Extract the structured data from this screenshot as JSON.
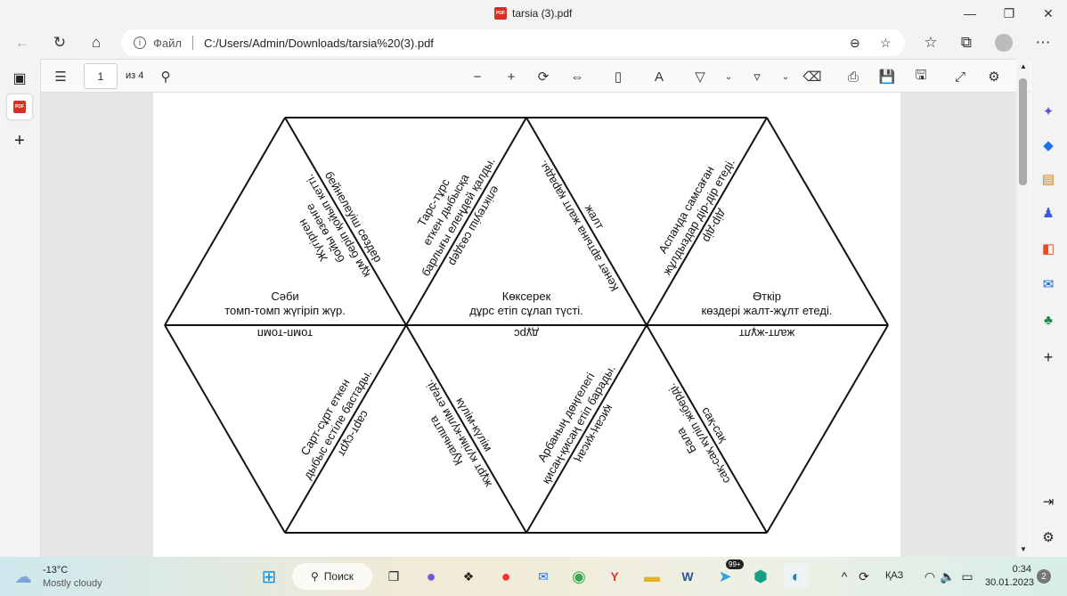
{
  "window": {
    "title": "tarsia (3).pdf"
  },
  "address": {
    "scheme_label": "Файл",
    "url": "C:/Users/Admin/Downloads/tarsia%20(3).pdf"
  },
  "pdf_toolbar": {
    "page": "1",
    "of_label": "из 4"
  },
  "tarsia": {
    "horizontal": [
      {
        "top_lines": [
          "Сәби",
          "томп-томп жүгіріп жүр."
        ],
        "bottom_text": "томп-томп"
      },
      {
        "top_lines": [
          "Көксерек",
          "дұрс етіп сұлап түсті."
        ],
        "bottom_text": "дұрс"
      },
      {
        "top_lines": [
          "Өткір",
          "көздері жалт-жұлт етеді."
        ],
        "bottom_text": "жалт-жұлт"
      }
    ],
    "edges": [
      {
        "left_lines": [
          "Жүгірген",
          "бойы өзенге",
          "құм беріп қойып кетті."
        ],
        "right_text": "бейнелеуіш сөздер"
      },
      {
        "left_lines": [
          "Тарс-тұрс",
          "еткен дыбысқа",
          "барлығы елеңдей қалды."
        ],
        "right_text": "еліктеуіш сөздер"
      },
      {
        "left_lines": [
          "Кенет артына жалт қарады."
        ],
        "right_text": "жалт"
      },
      {
        "left_lines": [
          "Аспанда самсаған",
          "жұлдыздар дір-дір етеді."
        ],
        "right_text": "дір-дір"
      },
      {
        "left_lines": [
          "Сарт-сұрт еткен",
          "дыбыс естіле бастады."
        ],
        "right_text": "сарт-сұрт"
      },
      {
        "left_lines": [
          "Қуанышта",
          "жұрт күлім-күлім етеді."
        ],
        "right_text": "күлім-күлім"
      },
      {
        "left_lines": [
          "Арбаның дөңгелегі",
          "қисаң-қисаң етіп барады."
        ],
        "right_text": "қисаң-қисаң"
      },
      {
        "left_lines": [
          "Бала",
          "сақ-сақ күліп жіберді."
        ],
        "right_text": "сақ-сақ"
      }
    ]
  },
  "taskbar": {
    "weather_temp": "-13°C",
    "weather_desc": "Mostly cloudy",
    "search_label": "Поиск",
    "telegram_badge": "99+",
    "lang": "ҚАЗ",
    "time": "0:34",
    "date": "30.01.2023",
    "notif_count": "2"
  }
}
